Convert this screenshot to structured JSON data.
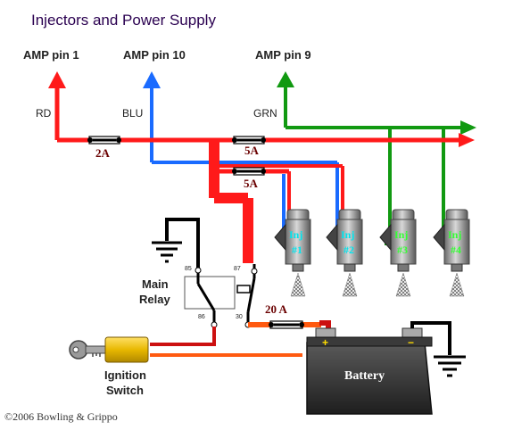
{
  "title": "Injectors and Power Supply",
  "pins": {
    "pin1": "AMP pin 1",
    "pin10": "AMP pin 10",
    "pin9": "AMP pin 9"
  },
  "wires": {
    "rd": "RD",
    "blu": "BLU",
    "grn": "GRN"
  },
  "fuses": {
    "f2a": "2A",
    "f5a_top": "5A",
    "f5a_bottom": "5A",
    "f20a": "20 A"
  },
  "relay": {
    "line1": "Main",
    "line2": "Relay",
    "p85": "85",
    "p87": "87",
    "p86": "86",
    "p30": "30"
  },
  "ignition": {
    "line1": "Ignition",
    "line2": "Switch"
  },
  "battery": "Battery",
  "injectors": [
    {
      "line1": "Inj",
      "line2": "#1",
      "color": "#00e5ee"
    },
    {
      "line1": "Inj",
      "line2": "#2",
      "color": "#00e5ee"
    },
    {
      "line1": "Inj",
      "line2": "#3",
      "color": "#33ff33"
    },
    {
      "line1": "Inj",
      "line2": "#4",
      "color": "#33ff33"
    }
  ],
  "copyright": "©2006 Bowling & Grippo",
  "colors": {
    "red": "#ff1a1a",
    "blue": "#1a6bff",
    "green": "#119911",
    "orange": "#ff5a10",
    "darkred": "#cc1010"
  }
}
